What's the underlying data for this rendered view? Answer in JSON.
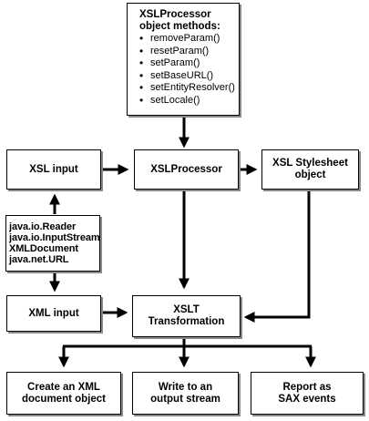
{
  "methods_box": {
    "title_line1": "XSLProcessor",
    "title_line2": "object methods:",
    "methods": [
      "removeParam()",
      "resetParam()",
      "setParam()",
      "setBaseURL()",
      "setEntityResolver()",
      "setLocale()"
    ]
  },
  "xsl_input": {
    "label": "XSL input"
  },
  "processor": {
    "label": "XSLProcessor"
  },
  "stylesheet": {
    "line1": "XSL Stylesheet",
    "line2": "object"
  },
  "sources": {
    "items": [
      "java.io.Reader",
      "java.io.InputStream",
      "XMLDocument",
      "java.net.URL"
    ]
  },
  "xml_input": {
    "label": "XML input"
  },
  "transformation": {
    "line1": "XSLT",
    "line2": "Transformation"
  },
  "outputs": [
    {
      "line1": "Create an XML",
      "line2": "document object"
    },
    {
      "line1": "Write to an",
      "line2": "output stream"
    },
    {
      "line1": "Report as",
      "line2": "SAX events"
    }
  ]
}
